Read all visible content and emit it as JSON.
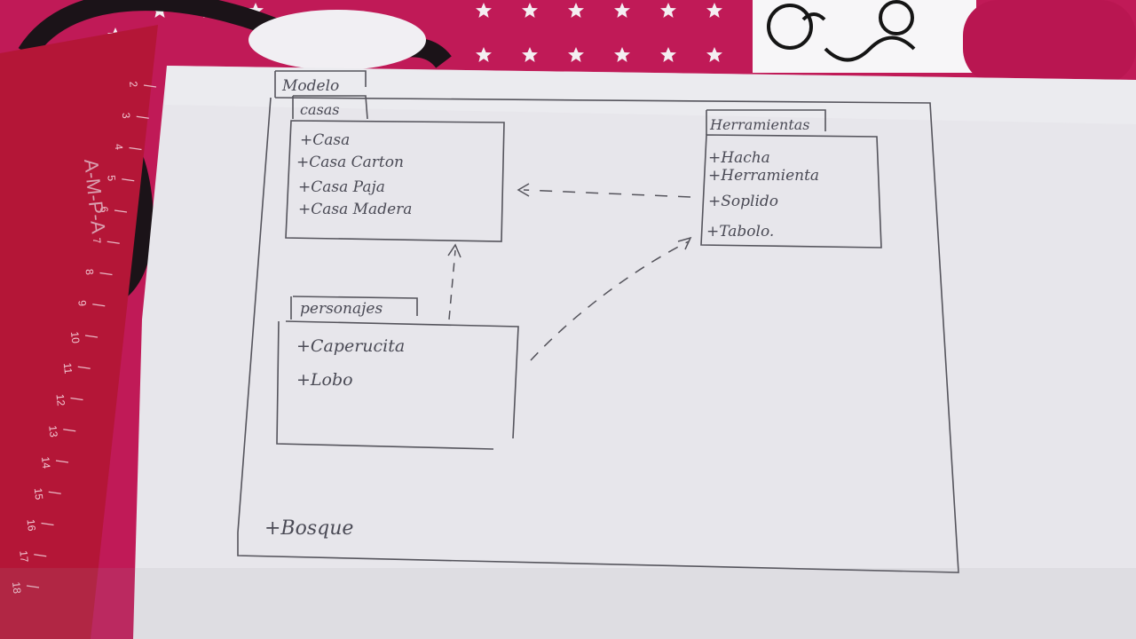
{
  "photo": {
    "background_color": "#c01a57",
    "paper_color": "#e6e5ea",
    "pencil_color": "#55545c",
    "ruler_color": "#b41637"
  },
  "ruler": {
    "ticks": [
      "2",
      "3",
      "4",
      "5",
      "6",
      "7",
      "8",
      "9",
      "10",
      "11",
      "12",
      "13",
      "14",
      "15",
      "16",
      "17",
      "18"
    ],
    "brand": "A-M-P-A"
  },
  "diagram": {
    "package": {
      "label": "Modelo",
      "member": "+Bosque"
    },
    "classes": [
      {
        "id": "casas",
        "name": "casas",
        "members": [
          "+Casa",
          "+Casa Carton",
          "+Casa Paja",
          "+Casa Madera"
        ]
      },
      {
        "id": "herramientas",
        "name": "Herramientas",
        "members": [
          "+Hacha",
          "+Herramienta",
          "+Soplido",
          "+Tabolo."
        ]
      },
      {
        "id": "personajes",
        "name": "personajes",
        "members": [
          "+Caperucita",
          "+Lobo"
        ]
      }
    ]
  }
}
